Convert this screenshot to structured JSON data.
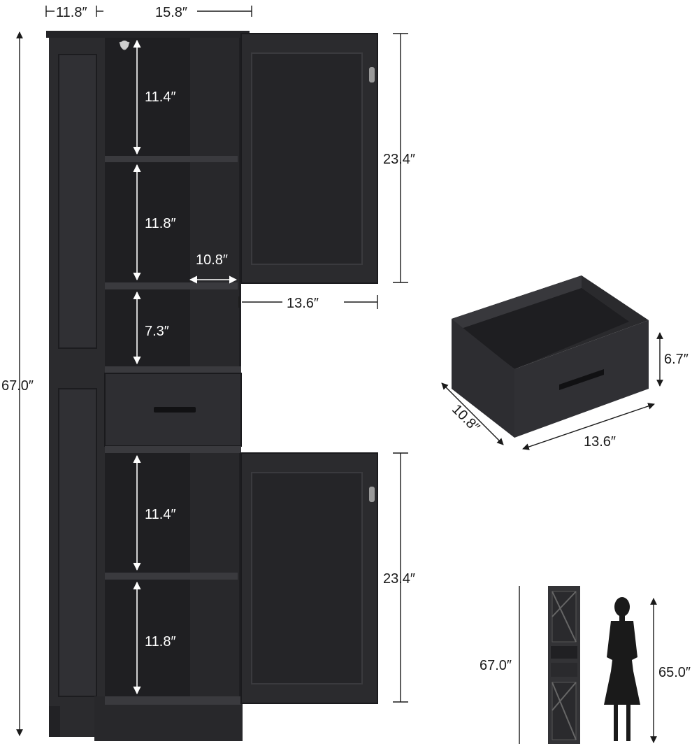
{
  "dimensions": {
    "depth": "11.8″",
    "width": "15.8″",
    "total_height": "67.0″",
    "top_shelf_1": "11.4″",
    "top_shelf_2": "11.8″",
    "inner_depth": "10.8″",
    "open_shelf": "7.3″",
    "inner_width": "13.6″",
    "upper_door_height": "23.4″",
    "bottom_shelf_1": "11.4″",
    "bottom_shelf_2": "11.8″",
    "lower_door_height": "23.4″"
  },
  "drawer": {
    "height": "6.7″",
    "depth": "10.8″",
    "width": "13.6″"
  },
  "comparison": {
    "cabinet_height": "67.0″",
    "person_height": "65.0″"
  },
  "colors": {
    "cabinet": "#2b2b2e",
    "cabinet_dark": "#1e1e21",
    "cabinet_light": "#38383c",
    "line": "#1a1a1a"
  }
}
